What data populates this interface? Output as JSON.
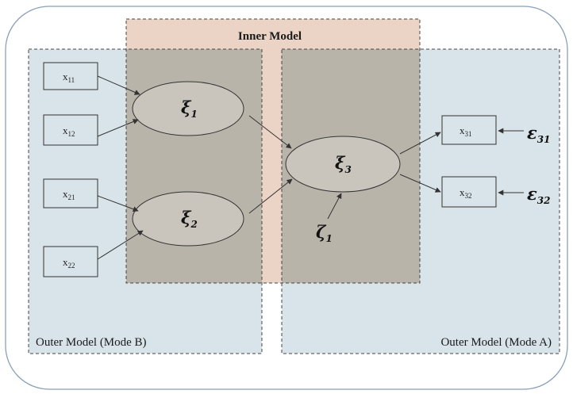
{
  "diagram": {
    "regions": {
      "inner_model": "Inner Model",
      "outer_left": "Outer Model (Mode B)",
      "outer_right": "Outer Model (Mode A)"
    },
    "indicators": {
      "x11": {
        "base": "x",
        "sub": "11"
      },
      "x12": {
        "base": "x",
        "sub": "12"
      },
      "x21": {
        "base": "x",
        "sub": "21"
      },
      "x22": {
        "base": "x",
        "sub": "22"
      },
      "x31": {
        "base": "x",
        "sub": "31"
      },
      "x32": {
        "base": "x",
        "sub": "32"
      }
    },
    "latent": {
      "xi1": {
        "symbol": "ξ",
        "sub": "1"
      },
      "xi2": {
        "symbol": "ξ",
        "sub": "2"
      },
      "xi3": {
        "symbol": "ξ",
        "sub": "3"
      }
    },
    "disturbance": {
      "symbol": "ζ",
      "sub": "1"
    },
    "errors": {
      "e31": {
        "symbol": "ε",
        "sub": "31"
      },
      "e32": {
        "symbol": "ε",
        "sub": "32"
      }
    },
    "colors": {
      "outer_fill": "#d8e4ea",
      "inner_fill": "#ebd3c6",
      "overlap_fill": "#b8b4aa",
      "ellipse_fill": "#c9c5bd",
      "border": "#7a8fa8",
      "arrow": "#333333"
    }
  }
}
